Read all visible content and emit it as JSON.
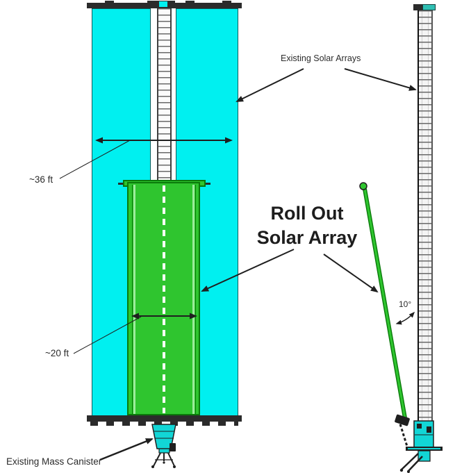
{
  "labels": {
    "existing_solar_arrays": "Existing Solar Arrays",
    "roll_out_line1": "Roll Out",
    "roll_out_line2": "Solar Array",
    "width_existing": "~36 ft",
    "width_rosa": "~20 ft",
    "boom_angle": "10°",
    "existing_mass_canister": "Existing Mass Canister"
  },
  "dimensions": {
    "existing_array_width": "~36 ft",
    "rosa_width": "~20 ft",
    "deployment_angle": "10°"
  },
  "colors": {
    "cyan": "#00F0F0",
    "cyan-dk": "#12D6D6",
    "green": "#2FC52F",
    "green-dark": "#0A7A0A",
    "green-light": "#9CEB9C",
    "teal-cap": "#2FBFB3",
    "rail": "#2B2B2B",
    "ink": "#1F1F1F",
    "text": "#2B2B2B"
  }
}
